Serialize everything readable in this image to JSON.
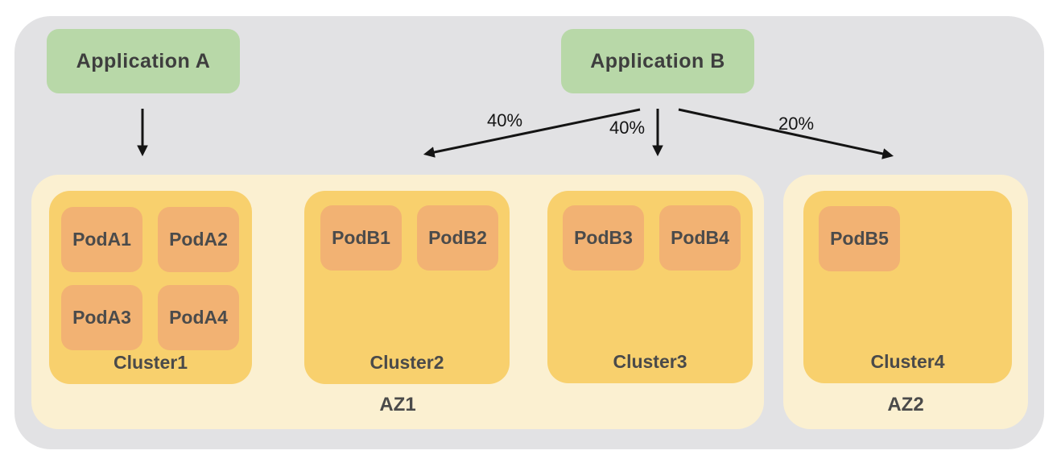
{
  "applications": [
    {
      "id": "app-a",
      "label": "Application A"
    },
    {
      "id": "app-b",
      "label": "Application B"
    }
  ],
  "traffic_arrows": [
    {
      "from": "Application A",
      "to": "Cluster1"
    },
    {
      "from": "Application B",
      "to": "Cluster2",
      "label": "40%"
    },
    {
      "from": "Application B",
      "to": "Cluster3",
      "label": "40%"
    },
    {
      "from": "Application B",
      "to": "Cluster4",
      "label": "20%"
    }
  ],
  "availability_zones": [
    {
      "label": "AZ1",
      "clusters": [
        {
          "label": "Cluster1",
          "pods": [
            "PodA1",
            "PodA2",
            "PodA3",
            "PodA4"
          ]
        },
        {
          "label": "Cluster2",
          "pods": [
            "PodB1",
            "PodB2"
          ]
        },
        {
          "label": "Cluster3",
          "pods": [
            "PodB3",
            "PodB4"
          ]
        }
      ]
    },
    {
      "label": "AZ2",
      "clusters": [
        {
          "label": "Cluster4",
          "pods": [
            "PodB5"
          ]
        }
      ]
    }
  ],
  "colors": {
    "background": "#e2e2e4",
    "application": "#b8d8a8",
    "zone": "#fbf0d1",
    "cluster": "#f8d06d",
    "pod": "#f2b273",
    "text": "#4a4a4a",
    "arrow": "#141414"
  }
}
